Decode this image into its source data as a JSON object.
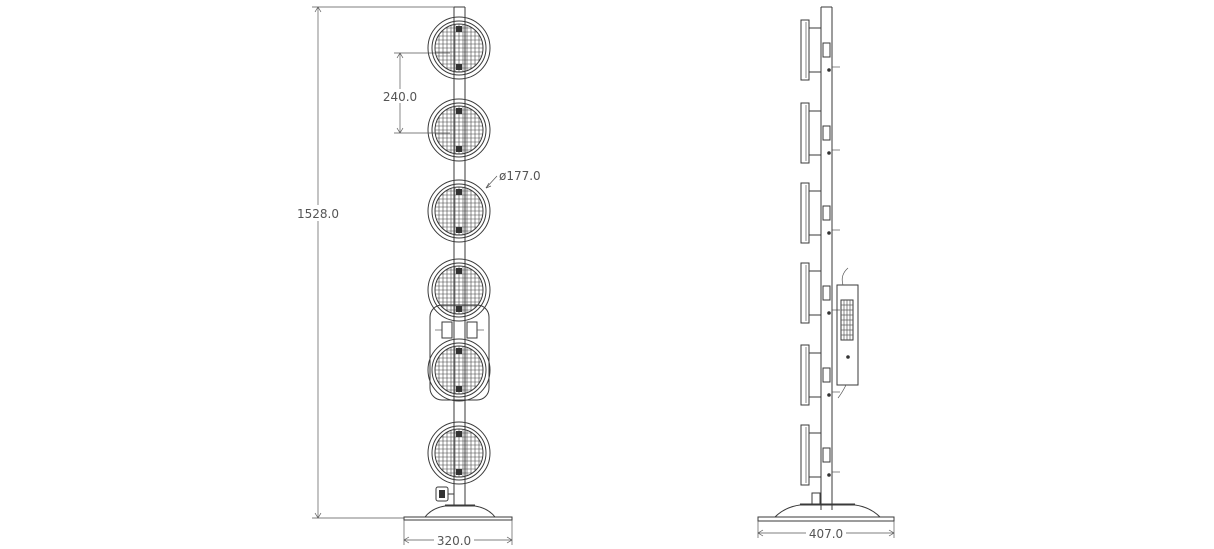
{
  "front_view": {
    "height_label": "1528.0",
    "spacing_label": "240.0",
    "diameter_label": "ø177.0",
    "base_width_label": "320.0"
  },
  "side_view": {
    "base_width_label": "407.0"
  },
  "colors": {
    "line": "#3a3a3a",
    "text": "#555555"
  }
}
